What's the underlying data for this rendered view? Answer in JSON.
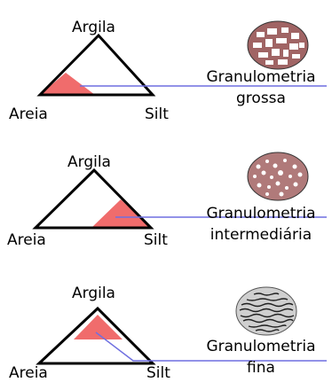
{
  "colors": {
    "fill": "#f06c6c",
    "line": "#6f6fe0",
    "soil_coarse": "#a06464",
    "soil_medium": "#b07a7a",
    "soil_fine": "#202020"
  },
  "panels": [
    {
      "apex": "Argila",
      "left": "Areia",
      "right": "Silt",
      "title": "Granulometria",
      "subtitle": "grossa",
      "texture": "coarse",
      "shaded": "left-corner"
    },
    {
      "apex": "Argila",
      "left": "Areia",
      "right": "Silt",
      "title": "Granulometria",
      "subtitle": "intermediária",
      "texture": "medium",
      "shaded": "right-corner"
    },
    {
      "apex": "Argila",
      "left": "Areia",
      "right": "Silt",
      "title": "Granulometria",
      "subtitle": "fina",
      "texture": "fine",
      "shaded": "top-corner"
    }
  ]
}
